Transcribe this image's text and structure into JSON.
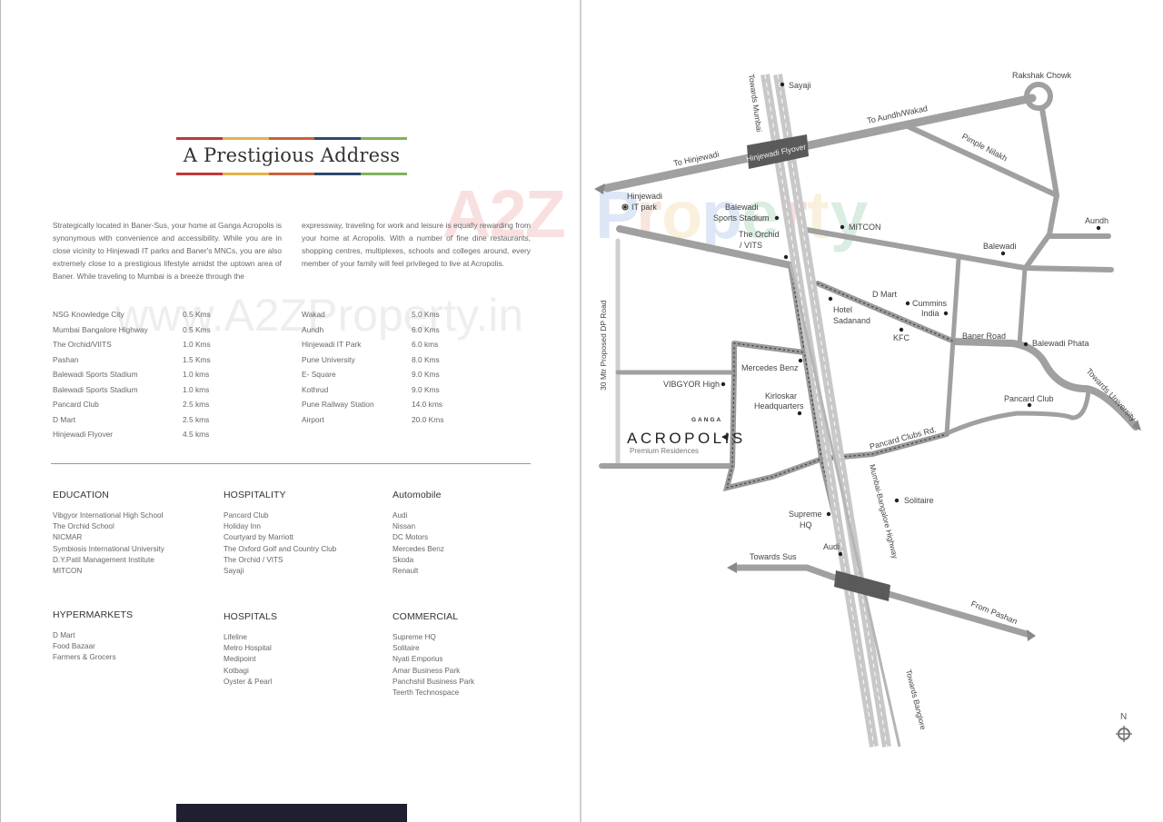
{
  "left_page": {
    "title": "A Prestigious Address",
    "stripe_colors": [
      "#c0373c",
      "#e3b34a",
      "#c8613c",
      "#2d4a6e",
      "#7fb35a"
    ],
    "intro": {
      "col1": "Strategically located in Baner-Sus, your home at Ganga Acropolis is synonymous with convenience and accessibility. While you are in close vicinity to Hinjewadi IT parks and Baner's MNCs, you are also extremely close to a prestigious lifestyle amidst the uptown area of Baner. While traveling to Mumbai is a breeze through the",
      "col2": "expressway, traveling for work and leisure is equally rewarding from your home at Acropolis. With a number of fine dine restaurants, shopping centres, multiplexes, schools and colleges around, every member of your family will feel privileged to live at Acropolis."
    },
    "distances_left": [
      {
        "place": "NSG Knowledge City",
        "distance": "0.5 Kms"
      },
      {
        "place": "Mumbai Bangalore Highway",
        "distance": "0.5 Kms"
      },
      {
        "place": "The Orchid/VIITS",
        "distance": "1.0 Kms"
      },
      {
        "place": "Pashan",
        "distance": "1.5 Kms"
      },
      {
        "place": "Balewadi Sports Stadium",
        "distance": "1.0 kms"
      },
      {
        "place": "Balewadi Sports Stadium",
        "distance": "1.0 kms"
      },
      {
        "place": "Pancard Club",
        "distance": "2.5 kms"
      },
      {
        "place": "D Mart",
        "distance": "2.5 kms"
      },
      {
        "place": "Hinjewadi Flyover",
        "distance": "4.5 kms"
      }
    ],
    "distances_right": [
      {
        "place": "Wakad",
        "distance": "5.0 Kms"
      },
      {
        "place": "Aundh",
        "distance": "6.0 Kms"
      },
      {
        "place": "Hinjewadi IT Park",
        "distance": "6.0 kms"
      },
      {
        "place": "Pune University",
        "distance": "8.0 Kms"
      },
      {
        "place": "E- Square",
        "distance": "9.0 Kms"
      },
      {
        "place": "Kothrud",
        "distance": "9.0 Kms"
      },
      {
        "place": "Pune Railway Station",
        "distance": "14.0 kms"
      },
      {
        "place": "Airport",
        "distance": "20.0 Kms"
      }
    ],
    "categories": [
      {
        "heading": "EDUCATION",
        "items": [
          "Vibgyor International High School",
          "The Orchid School",
          "NICMAR",
          "Symbiosis International University",
          "D.Y.Patil Management Institute",
          "MITCON"
        ]
      },
      {
        "heading": "HOSPITALITY",
        "items": [
          "Pancard Club",
          "Holiday Inn",
          "Courtyard by Marriott",
          "The Oxford Golf and Country Club",
          "The Orchid / VITS",
          "Sayaji"
        ]
      },
      {
        "heading": "Automobile",
        "items": [
          "Audi",
          "Nissan",
          "DC Motors",
          "Mercedes Benz",
          "Skoda",
          "Renault"
        ]
      },
      {
        "heading": "HYPERMARKETS",
        "items": [
          "D Mart",
          "Food Bazaar",
          "Farmers & Grocers"
        ]
      },
      {
        "heading": "HOSPITALS",
        "items": [
          "Lifeline",
          "Metro Hospital",
          "Medipoint",
          "Kotbagi",
          "Oyster & Pearl"
        ]
      },
      {
        "heading": "COMMERCIAL",
        "items": [
          "Supreme HQ",
          "Solitaire",
          "Nyati Emporius",
          "Amar Business Park",
          "Panchshil Business Park",
          "Teerth Technospace"
        ]
      }
    ]
  },
  "watermark": {
    "a2z": "A2Z",
    "property": "Property",
    "url": "www.A2ZProperty.in"
  },
  "map": {
    "labels": {
      "sayaji": "Sayaji",
      "towards_mumbai": "Towards Mumbai",
      "rakshak_chowk": "Rakshak Chowk",
      "to_aundh_wakad": "To Aundh/Wakad",
      "to_hinjewadi": "To Hinjewadi",
      "hinjewadi_flyover": "Hinjewadi Flyover",
      "pimple_nilakh": "Pimple Nilakh",
      "hinjewadi_it_park_1": "Hinjewadi",
      "hinjewadi_it_park_2": "IT park",
      "balewadi_stadium_1": "Balewadi",
      "balewadi_stadium_2": "Sports Stadium",
      "mitcon": "MITCON",
      "aundh": "Aundh",
      "balewadi": "Balewadi",
      "orchid_1": "The Orchid",
      "orchid_2": "/ VITS",
      "dp_road": "30 Mtr Proposed DP Road",
      "d_mart": "D Mart",
      "cummins_1": "Cummins",
      "cummins_2": "India",
      "hotel_sadanand_1": "Hotel",
      "hotel_sadanand_2": "Sadanand",
      "kfc": "KFC",
      "baner_road": "Baner Road",
      "balewadi_phata": "Balewadi Phata",
      "towards_university": "Towards University",
      "mercedes_benz": "Mercedes Benz",
      "vibgyor_high": "VIBGYOR High",
      "kirloskar_1": "Kirloskar",
      "kirloskar_2": "Headquarters",
      "pancard_club": "Pancard Club",
      "pancard_clubs_rd": "Pancard Clubs Rd.",
      "ganga": "GANGA",
      "acropolis": "ACROPOLIS",
      "premium_residences": "Premium Residences",
      "mumbai_bangalore_highway": "Mumbai-Bangalore Highway",
      "solitaire": "Solitaire",
      "supreme_1": "Supreme",
      "supreme_2": "HQ",
      "audi": "Audi",
      "towards_sus": "Towards Sus",
      "from_pashan": "From Pashan",
      "towards_bangalore": "Towards Banglore",
      "north": "N"
    },
    "road_color": "#a0a0a0",
    "flyover_color": "#5a5a5a"
  }
}
